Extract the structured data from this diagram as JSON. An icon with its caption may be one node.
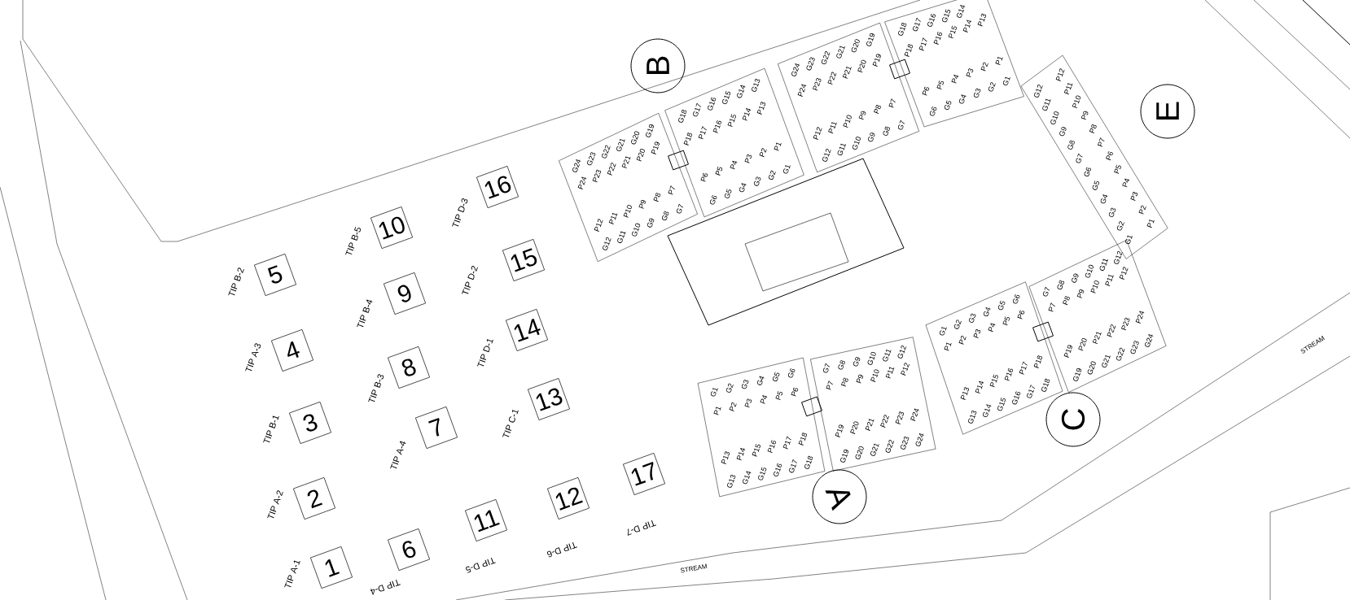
{
  "diagram": {
    "nodes": [
      {
        "text": [
          "1"
        ],
        "beside": [
          "TIP A-1"
        ]
      },
      {
        "text": [
          "2"
        ],
        "beside": [
          "TIP A-2"
        ]
      },
      {
        "text": [
          "3"
        ],
        "beside": [
          "TIP B-1"
        ]
      },
      {
        "text": [
          "4"
        ],
        "beside": [
          "TIP A-3"
        ]
      },
      {
        "text": [
          "5"
        ],
        "beside": [
          "TIP B-2"
        ]
      },
      {
        "text": [
          "6"
        ],
        "beside": [
          "TIP D-4"
        ]
      },
      {
        "text": [
          "7"
        ],
        "beside": [
          "TIP A-4"
        ]
      },
      {
        "text": [
          "8"
        ],
        "beside": [
          "TIP B-3"
        ]
      },
      {
        "text": [
          "9"
        ],
        "beside": [
          "TIP B-4"
        ]
      },
      {
        "text": [
          "10"
        ],
        "beside": [
          "TIP B-5"
        ]
      },
      {
        "text": [
          "11"
        ],
        "beside": [
          "TIP D-5"
        ]
      },
      {
        "text": [
          "12"
        ],
        "beside": [
          "TIP D-6"
        ]
      },
      {
        "text": [
          "13"
        ],
        "beside": [
          "TIP C-1"
        ]
      },
      {
        "text": [
          "14"
        ],
        "beside": [
          "TIP D-1"
        ]
      },
      {
        "text": [
          "15"
        ],
        "beside": [
          "TIP D-2"
        ]
      },
      {
        "text": [
          "16"
        ],
        "beside": [
          "TIP D-3"
        ]
      },
      {
        "text": [
          "17"
        ],
        "beside": [
          "TIP D-7"
        ]
      },
      {
        "text": [
          "A"
        ]
      },
      {
        "text": [
          "B"
        ]
      },
      {
        "text": [
          "C"
        ]
      },
      {
        "text": [
          "E"
        ]
      }
    ],
    "labels": [
      "G24",
      "G23",
      "G22",
      "G21",
      "G20",
      "G19",
      "P24",
      "P23",
      "P22",
      "P21",
      "P20",
      "P19",
      "P12",
      "P11",
      "P10",
      "P9",
      "P8",
      "P7",
      "G12",
      "G11",
      "G10",
      "G9",
      "G8",
      "G7",
      "G18",
      "G17",
      "G16",
      "G15",
      "G14",
      "G13",
      "P18",
      "P17",
      "P16",
      "P15",
      "P14",
      "P13",
      "P6",
      "P5",
      "P4",
      "P3",
      "P2",
      "P1",
      "G6",
      "G5",
      "G4",
      "G3",
      "G2",
      "G1",
      "G24",
      "G23",
      "G22",
      "G21",
      "G20",
      "G19",
      "P24",
      "P23",
      "P22",
      "P21",
      "P20",
      "P19",
      "P12",
      "P11",
      "P10",
      "P9",
      "P8",
      "P7",
      "G12",
      "G11",
      "G10",
      "G9",
      "G8",
      "G7",
      "G18",
      "G17",
      "G16",
      "G15",
      "G14",
      "P18",
      "P17",
      "P16",
      "P15",
      "P14",
      "P13",
      "P6",
      "P5",
      "P4",
      "P3",
      "P2",
      "P1",
      "G6",
      "G5",
      "G4",
      "G3",
      "G2",
      "G1",
      "P12",
      "P11",
      "P10",
      "P9",
      "P8",
      "P7",
      "P6",
      "P5",
      "P4",
      "P3",
      "P2",
      "P1",
      "G12",
      "G11",
      "G10",
      "G9",
      "G8",
      "G7",
      "G6",
      "G5",
      "G4",
      "G3",
      "G2",
      "G1",
      "G1",
      "G2",
      "G3",
      "G4",
      "G5",
      "G6",
      "P1",
      "P2",
      "P3",
      "P4",
      "P5",
      "P6",
      "P13",
      "P14",
      "P15",
      "P16",
      "P17",
      "P18",
      "G13",
      "G14",
      "G15",
      "G16",
      "G17",
      "G18",
      "G7",
      "G8",
      "G9",
      "G10",
      "G11",
      "G12",
      "P7",
      "P8",
      "P9",
      "P10",
      "P11",
      "P12",
      "P19",
      "P20",
      "P21",
      "P22",
      "P23",
      "P24",
      "G19",
      "G20",
      "G21",
      "G22",
      "G23",
      "G24",
      "G1",
      "G2",
      "G3",
      "G4",
      "G5",
      "G6",
      "P1",
      "P2",
      "P3",
      "P4",
      "P5",
      "P6",
      "P13",
      "P14",
      "P15",
      "P16",
      "P17",
      "P18",
      "G13",
      "G14",
      "G15",
      "G16",
      "G17",
      "G18",
      "G7",
      "G8",
      "G9",
      "G10",
      "G11",
      "G12",
      "P7",
      "P8",
      "P9",
      "P10",
      "P11",
      "P12",
      "P19",
      "P20",
      "P21",
      "P22",
      "P23",
      "P24",
      "G19",
      "G20",
      "G21",
      "G22",
      "G23",
      "G24",
      "STREAM",
      "STREAM"
    ]
  }
}
